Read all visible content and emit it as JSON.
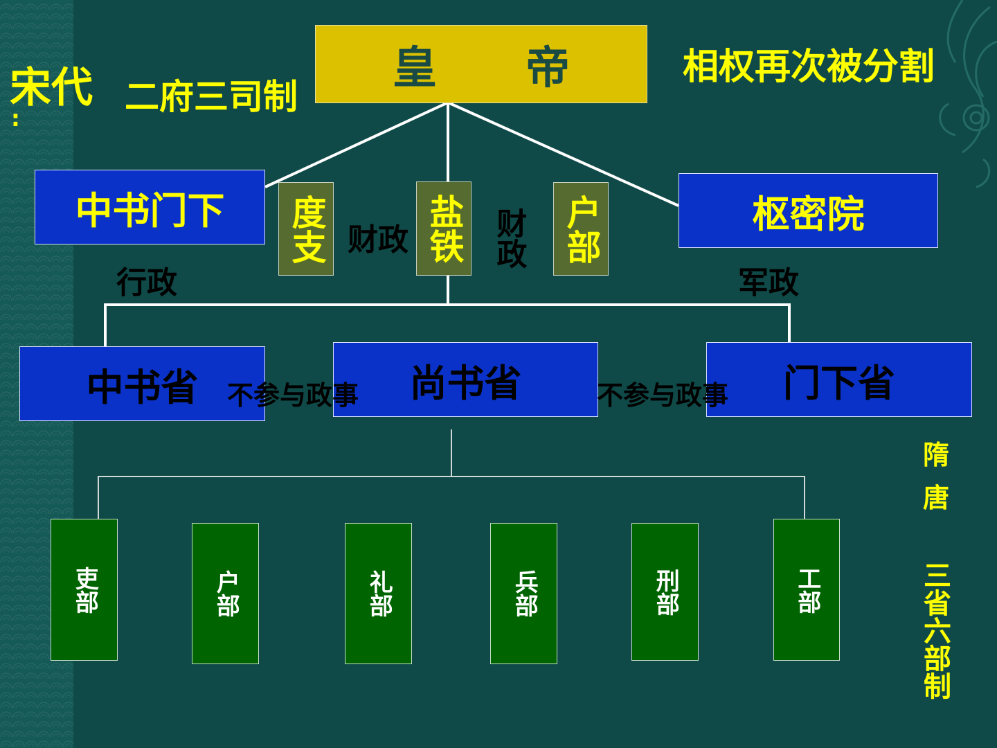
{
  "titles": {
    "dynasty": "宋代",
    "colon": ":",
    "system": "二府三司制",
    "note": "相权再次被分割",
    "emperor": "皇　　帝"
  },
  "song": {
    "zhongshumenxia": "中书门下",
    "shumiyuan": "枢密院",
    "duzhi": "度支",
    "yantie": "盐铁",
    "hubu": "户部",
    "caizheng_left": "财政",
    "caizheng_right": "财政",
    "xingzheng": "行政",
    "junzheng": "军政"
  },
  "provinces": {
    "zhongshu": "中书省",
    "shangshu": "尚书省",
    "menxia": "门下省",
    "not_involved_left": "不参与政事",
    "not_involved_right": "不参与政事"
  },
  "ministries": [
    "吏部",
    "户部",
    "礼部",
    "兵部",
    "刑部",
    "工部"
  ],
  "side_label": {
    "sui": "隋",
    "tang": "唐",
    "system": "三省六部制"
  },
  "colors": {
    "background": "#0f4a48",
    "emperor_box": "#dcc100",
    "blue_box": "#0a32c8",
    "olive_box": "#556b2f",
    "ministry_box": "#006400",
    "highlight_text": "#ffff00"
  }
}
